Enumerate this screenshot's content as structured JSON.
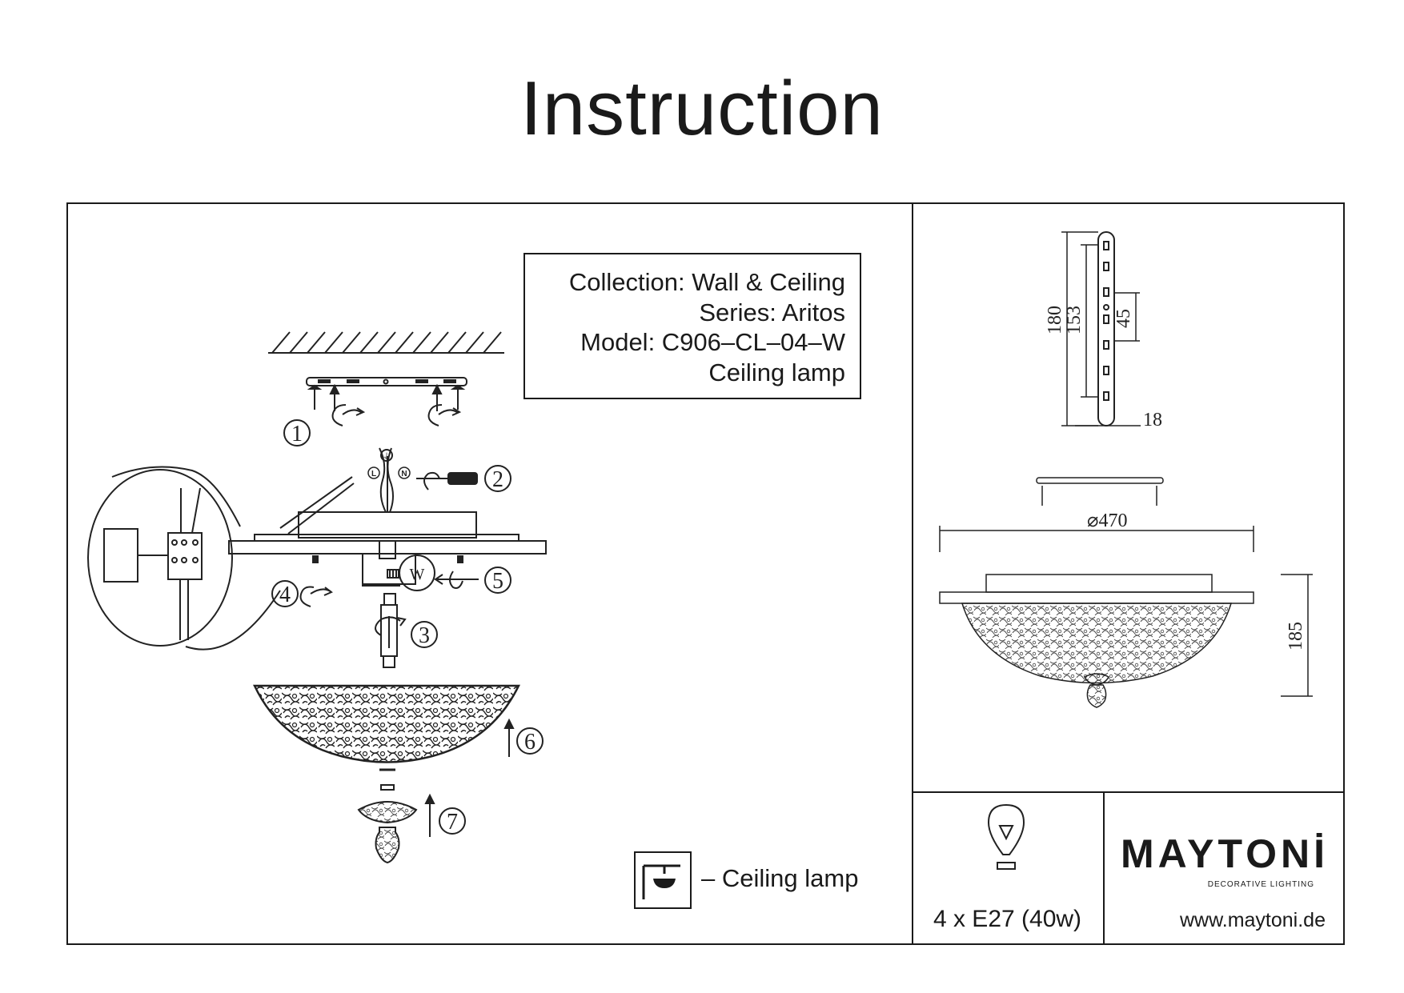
{
  "title": "Instruction",
  "info": {
    "collection": "Collection: Wall & Ceiling",
    "series": "Series: Aritos",
    "model": "Model: C906–CL–04–W",
    "type": "Ceiling lamp"
  },
  "steps": [
    "1",
    "2",
    "3",
    "4",
    "5",
    "6",
    "7"
  ],
  "wire_labels": {
    "live": "L",
    "neutral": "N",
    "earth": "⏚"
  },
  "bulb_letter": "W",
  "dimensions": {
    "bracket_length": "180",
    "bracket_hole_spacing": "153",
    "bracket_center": "45",
    "bracket_width": "18",
    "diameter": "⌀470",
    "height": "185"
  },
  "legend": {
    "text": "– Ceiling lamp",
    "icon": "ceiling-lamp-icon"
  },
  "bulb": {
    "icon": "bulb-icon",
    "spec": "4 x E27 (40w)"
  },
  "brand": {
    "name": "MAYTONİ",
    "tagline": "DECORATIVE LIGHTING",
    "url": "www.maytoni.de"
  }
}
